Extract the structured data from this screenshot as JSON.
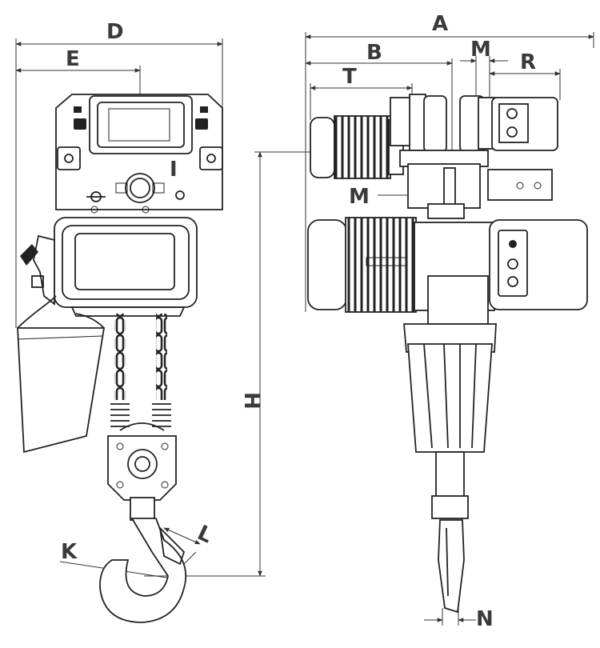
{
  "dimension_labels": {
    "A": "A",
    "B": "B",
    "D": "D",
    "E": "E",
    "H": "H",
    "I": "I",
    "K": "K",
    "L": "L",
    "M_top": "M",
    "M_mid": "M",
    "N": "N",
    "R": "R",
    "T": "T"
  }
}
